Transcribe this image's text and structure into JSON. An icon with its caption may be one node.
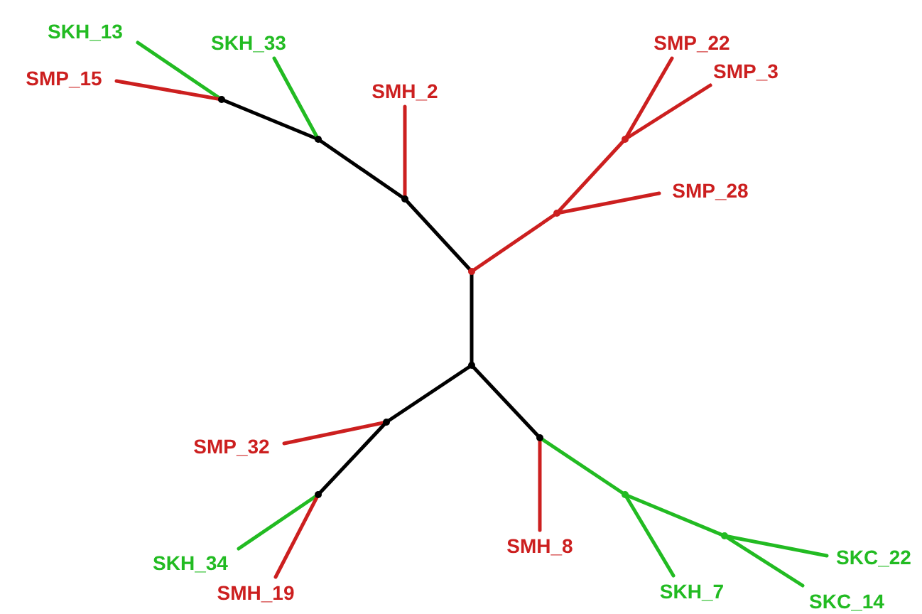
{
  "diagram": {
    "nodes": [
      {
        "text": [
          "SKH_13"
        ]
      },
      {
        "text": [
          "SKH_33"
        ]
      },
      {
        "text": [
          "SMP_22"
        ]
      },
      {
        "text": [
          "SMP_15"
        ]
      },
      {
        "text": [
          "SMP_3"
        ]
      },
      {
        "text": [
          "SMH_2"
        ]
      },
      {
        "text": [
          "SMP_28"
        ]
      },
      {
        "text": [
          "SMP_32"
        ]
      },
      {
        "text": [
          "SMH_8"
        ]
      },
      {
        "text": [
          "SKH_34"
        ]
      },
      {
        "text": [
          "SKC_22"
        ]
      },
      {
        "text": [
          "SMH_19"
        ]
      },
      {
        "text": [
          "SKH_7"
        ]
      },
      {
        "text": [
          "SKC_14"
        ]
      },
      {
        "text": [],
        "shape": "point"
      },
      {
        "text": [],
        "shape": "point"
      },
      {
        "text": [],
        "shape": "point"
      },
      {
        "text": [],
        "shape": "point"
      },
      {
        "text": [],
        "shape": "point"
      },
      {
        "text": [],
        "shape": "point"
      },
      {
        "text": [],
        "shape": "point"
      },
      {
        "text": [],
        "shape": "point"
      },
      {
        "text": [],
        "shape": "point"
      },
      {
        "text": [],
        "shape": "point"
      },
      {
        "text": [],
        "shape": "point"
      },
      {
        "text": [],
        "shape": "point"
      }
    ],
    "edges": [
      {
        "from": 14,
        "to": 0,
        "arrow": "none",
        "color": "#22bb22"
      },
      {
        "from": 14,
        "to": 3,
        "arrow": "none"
      },
      {
        "from": 15,
        "to": 14,
        "arrow": "none",
        "color": "#000000"
      },
      {
        "from": 15,
        "to": 1,
        "arrow": "none",
        "color": "#22bb22"
      },
      {
        "from": 16,
        "to": 15,
        "arrow": "none",
        "color": "#000000"
      },
      {
        "from": 16,
        "to": 5,
        "arrow": "none"
      },
      {
        "from": 17,
        "to": 16,
        "arrow": "none",
        "color": "#000000"
      },
      {
        "from": 17,
        "to": 18,
        "arrow": "none"
      },
      {
        "from": 18,
        "to": 19,
        "arrow": "none"
      },
      {
        "from": 19,
        "to": 2,
        "arrow": "none"
      },
      {
        "from": 19,
        "to": 4,
        "arrow": "none"
      },
      {
        "from": 18,
        "to": 6,
        "arrow": "none"
      },
      {
        "from": 17,
        "to": 20,
        "arrow": "none",
        "color": "#000000"
      },
      {
        "from": 20,
        "to": 21,
        "arrow": "none",
        "color": "#000000"
      },
      {
        "from": 21,
        "to": 7,
        "arrow": "none"
      },
      {
        "from": 21,
        "to": 22,
        "arrow": "none",
        "color": "#000000"
      },
      {
        "from": 22,
        "to": 9,
        "arrow": "none",
        "color": "#22bb22"
      },
      {
        "from": 22,
        "to": 11,
        "arrow": "none"
      },
      {
        "from": 20,
        "to": 23,
        "arrow": "none",
        "color": "#000000"
      },
      {
        "from": 23,
        "to": 8,
        "arrow": "none"
      },
      {
        "from": 23,
        "to": 24,
        "arrow": "none",
        "color": "#22bb22"
      },
      {
        "from": 24,
        "to": 12,
        "arrow": "none",
        "color": "#22bb22"
      },
      {
        "from": 24,
        "to": 25,
        "arrow": "none",
        "color": "#22bb22"
      },
      {
        "from": 25,
        "to": 10,
        "arrow": "none",
        "color": "#22bb22"
      },
      {
        "from": 25,
        "to": 13,
        "arrow": "none",
        "color": "#22bb22"
      }
    ]
  }
}
